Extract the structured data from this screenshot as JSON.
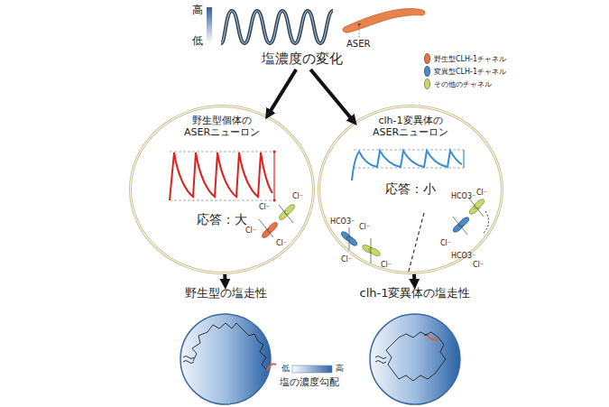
{
  "diagram": {
    "nodes": [
      {
        "text": [
          "塩濃度の変化"
        ]
      },
      {
        "text": [
          "野生型個体の ASERニューロン",
          "応答：大"
        ]
      },
      {
        "text": [
          "clh-1変異体の ASERニューロン",
          "応答：小"
        ]
      },
      {
        "text": [
          "野生型の塩走性"
        ]
      },
      {
        "text": [
          "clh-1変異体の塩走性"
        ]
      }
    ],
    "edges": [
      {
        "from": 0,
        "to": 1,
        "arrow": "to"
      },
      {
        "from": 0,
        "to": 2,
        "arrow": "to"
      },
      {
        "from": 1,
        "to": 3,
        "arrow": "to"
      },
      {
        "from": 2,
        "to": 4,
        "arrow": "to"
      }
    ],
    "labels": [
      "高",
      "低",
      "ASER",
      "Cl⁻",
      "Cl⁻",
      "Cl⁻",
      "Cl⁻",
      "HCO3⁻",
      "Cl⁻",
      "Cl⁻",
      "Cl⁻",
      "HCO3⁻",
      "Cl⁻",
      "Cl⁻",
      "HCO3⁻",
      "Cl⁻",
      "低",
      "高",
      "塩の濃度勾配"
    ],
    "legend": [
      {
        "text": "野生型CLH-1チャネル",
        "color": "#e8734a"
      },
      {
        "text": "変異型CLH-1チャネル",
        "color": "#4a8ac9"
      },
      {
        "text": "その他のチャネル",
        "color": "#cbd96a"
      }
    ]
  }
}
